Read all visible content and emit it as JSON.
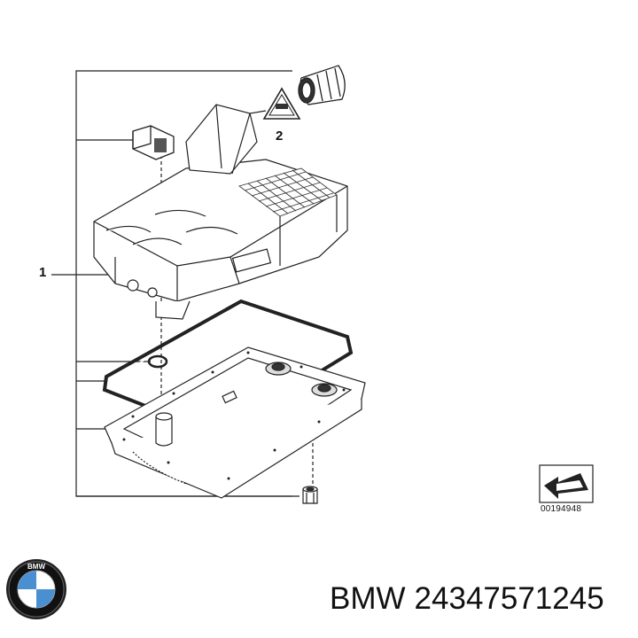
{
  "callouts": {
    "part_1": "1",
    "part_2": "2"
  },
  "catalog_number": "00194948",
  "caption": {
    "brand": "BMW",
    "part_number": "24347571245"
  },
  "logo": {
    "icon": "bmw-roundel-logo",
    "colors": {
      "blue": "#4a8fd0",
      "black": "#111111",
      "white": "#ffffff"
    }
  },
  "warning_icon": "warning-triangle-icon",
  "arrow_icon": "direction-arrow-icon"
}
